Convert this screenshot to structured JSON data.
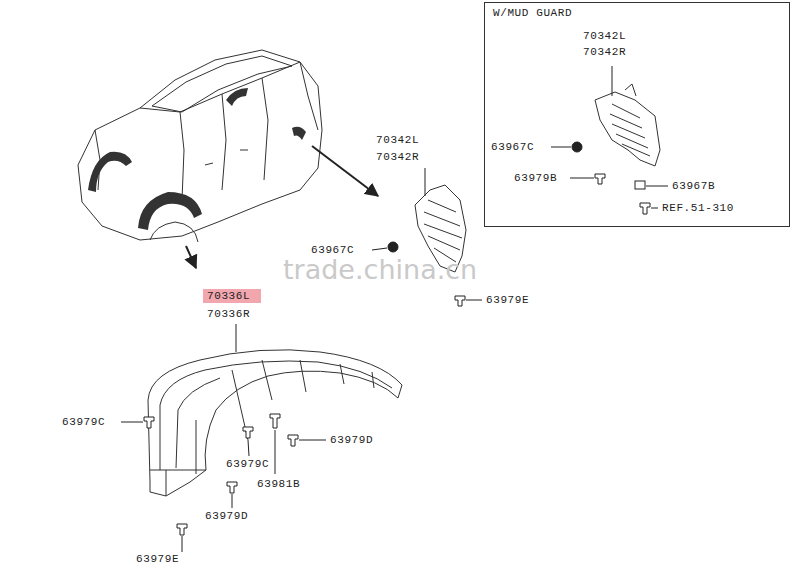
{
  "diagram": {
    "nodes": [
      {
        "text": [
          "W/MUD GUARD"
        ]
      }
    ],
    "labels": [
      "70342L",
      "70342R",
      "63967C",
      "63979B",
      "63967B",
      "REF.51-310",
      "70342L",
      "70342R",
      "63967C",
      "trade.china.cn",
      "63979E",
      "70336L",
      "70336R",
      "63979C",
      "63979C",
      "63979D",
      "63981B",
      "63979D",
      "63979E"
    ]
  }
}
